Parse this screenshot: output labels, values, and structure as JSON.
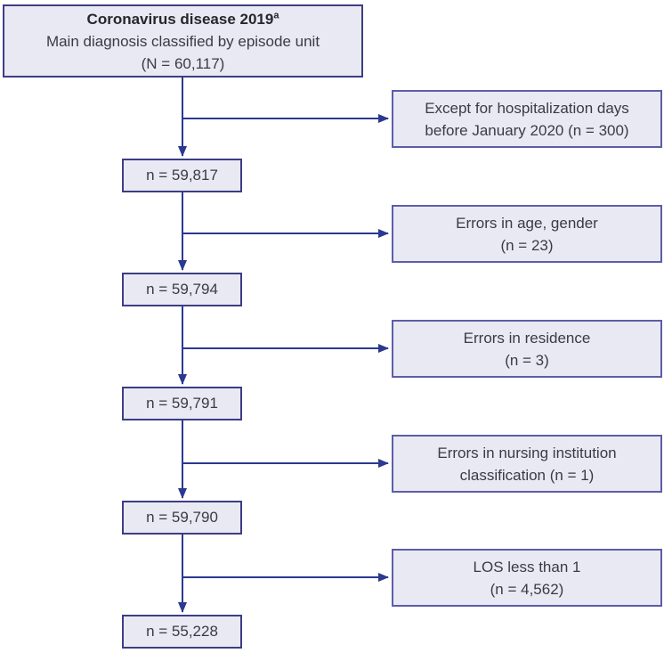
{
  "colors": {
    "box_fill": "#e9e9f4",
    "border_main": "#3d3d85",
    "border_side": "#5d5da8",
    "line": "#2b3990",
    "title_text": "#26262c",
    "body_text": "#3b3b45"
  },
  "top_box": {
    "title": "Coronavirus disease 2019",
    "title_superscript": "a",
    "line2": "Main diagnosis classified by episode unit",
    "line3": "(N = 60,117)"
  },
  "steps": [
    {
      "exclusion_line1": "Except for hospitalization days",
      "exclusion_line2": "before January 2020 (n = 300)",
      "result": "n = 59,817"
    },
    {
      "exclusion_line1": "Errors in age, gender",
      "exclusion_line2": "(n = 23)",
      "result": "n = 59,794"
    },
    {
      "exclusion_line1": "Errors in residence",
      "exclusion_line2": "(n = 3)",
      "result": "n = 59,791"
    },
    {
      "exclusion_line1": "Errors in nursing institution",
      "exclusion_line2": "classification (n = 1)",
      "result": "n = 59,790"
    },
    {
      "exclusion_line1": "LOS less than 1",
      "exclusion_line2": "(n = 4,562)",
      "result": "n = 55,228"
    }
  ]
}
